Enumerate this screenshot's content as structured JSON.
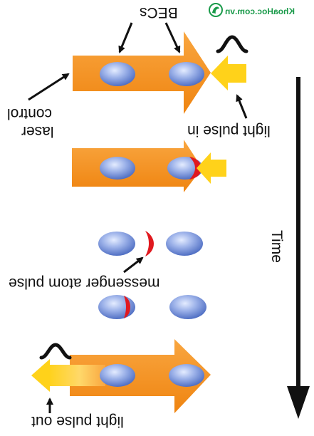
{
  "labels": {
    "becs": "BECs",
    "control_laser": [
      "control",
      "laser"
    ],
    "light_pulse_in": "light pulse in",
    "messenger_atom_pulse": "messenger atom pulse",
    "light_pulse_out": "light pulse out",
    "time": "Time"
  },
  "watermark": {
    "text": "KhoaHoc.com.vn"
  },
  "colors": {
    "control_laser": "#f7941d",
    "light_pulse": "#ffd21a",
    "bec": "#7f9bdc",
    "messenger": "#e0191f",
    "text": "#111111",
    "watermark": "#1a9a4a"
  }
}
